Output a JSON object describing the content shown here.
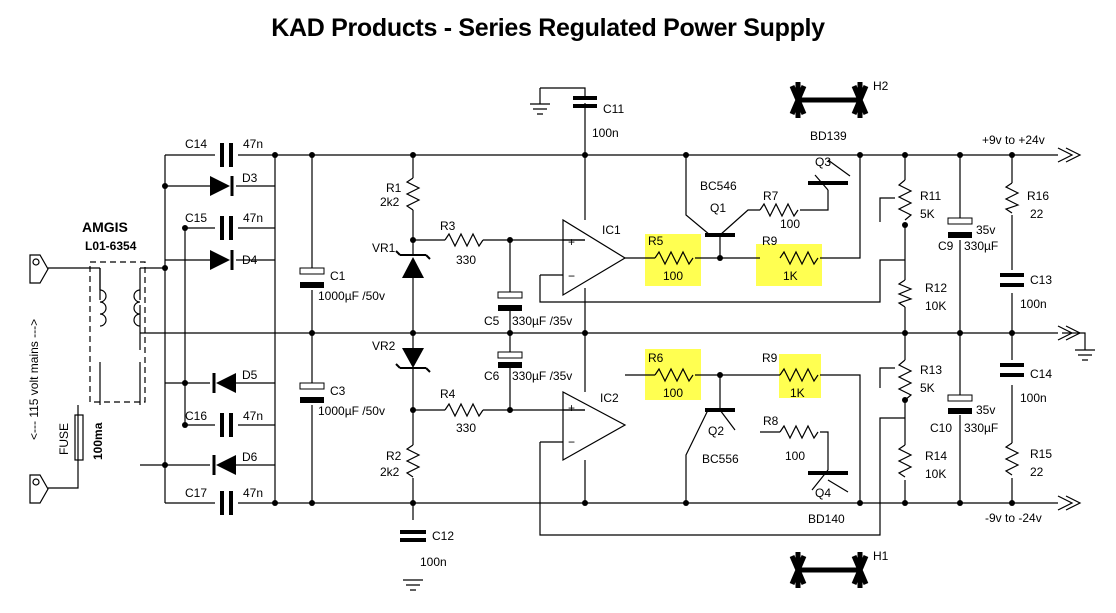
{
  "title": "KAD Products - Series Regulated Power Supply",
  "transformer": {
    "brand": "AMGIS",
    "part": "L01-6354"
  },
  "mains_label": "<--- 115 volt mains --->",
  "fuse": {
    "name": "FUSE",
    "rating": "100ma"
  },
  "outputs": {
    "positive": "+9v to +24v",
    "negative": "-9v to -24v"
  },
  "heatsinks": {
    "top": "H2",
    "bottom": "H1"
  },
  "components": {
    "C14a": {
      "name": "C14",
      "value": "47n"
    },
    "C15": {
      "name": "C15",
      "value": "47n"
    },
    "C16": {
      "name": "C16",
      "value": "47n"
    },
    "C17": {
      "name": "C17",
      "value": "47n"
    },
    "D3": {
      "name": "D3"
    },
    "D4": {
      "name": "D4"
    },
    "D5": {
      "name": "D5"
    },
    "D6": {
      "name": "D6"
    },
    "C1": {
      "name": "C1",
      "value": "1000µF /50v"
    },
    "C3": {
      "name": "C3",
      "value": "1000µF /50v"
    },
    "R1": {
      "name": "R1",
      "value": "2k2"
    },
    "R2": {
      "name": "R2",
      "value": "2k2"
    },
    "VR1": {
      "name": "VR1"
    },
    "VR2": {
      "name": "VR2"
    },
    "R3": {
      "name": "R3",
      "value": "330"
    },
    "R4": {
      "name": "R4",
      "value": "330"
    },
    "C5": {
      "name": "C5",
      "value": "330µF /35v"
    },
    "C6": {
      "name": "C6",
      "value": "330µF /35v"
    },
    "C11": {
      "name": "C11",
      "value": "100n"
    },
    "C12": {
      "name": "C12",
      "value": "100n"
    },
    "IC1": {
      "name": "IC1"
    },
    "IC2": {
      "name": "IC2"
    },
    "R5": {
      "name": "R5",
      "value": "100"
    },
    "R6": {
      "name": "R6",
      "value": "100"
    },
    "R9a": {
      "name": "R9",
      "value": "1K"
    },
    "R9b": {
      "name": "R9",
      "value": "1K"
    },
    "Q1": {
      "name": "Q1",
      "part": "BC546"
    },
    "Q2": {
      "name": "Q2",
      "part": "BC556"
    },
    "Q3": {
      "name": "Q3",
      "part": "BD139"
    },
    "Q4": {
      "name": "Q4",
      "part": "BD140"
    },
    "R7": {
      "name": "R7",
      "value": "100"
    },
    "R8": {
      "name": "R8",
      "value": "100"
    },
    "R11": {
      "name": "R11",
      "value": "5K"
    },
    "R12": {
      "name": "R12",
      "value": "10K"
    },
    "R13": {
      "name": "R13",
      "value": "5K"
    },
    "R14": {
      "name": "R14",
      "value": "10K"
    },
    "C9": {
      "name": "C9",
      "voltage": "35v",
      "value": "330µF"
    },
    "C10": {
      "name": "C10",
      "voltage": "35v",
      "value": "330µF"
    },
    "R16": {
      "name": "R16",
      "value": "22"
    },
    "R15": {
      "name": "R15",
      "value": "22"
    },
    "C13": {
      "name": "C13",
      "value": "100n"
    },
    "C14b": {
      "name": "C14",
      "value": "100n"
    },
    "plus": "+",
    "minus": "−"
  },
  "highlight_color": "#ffff33"
}
